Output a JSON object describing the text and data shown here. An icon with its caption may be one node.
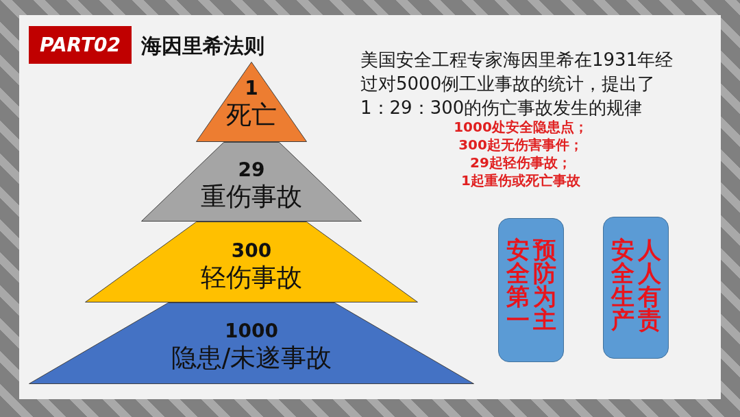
{
  "diagram": {
    "title": "海因里希法则",
    "nodes": [
      {
        "text": [
          "PART02"
        ]
      },
      {
        "text": [
          "1",
          "死亡"
        ]
      },
      {
        "text": [
          "29",
          "重伤事故"
        ]
      },
      {
        "text": [
          "300",
          "轻伤事故"
        ]
      },
      {
        "text": [
          "1000",
          "隐患/未遂事故"
        ]
      },
      {
        "text": [
          "安全第一",
          "预防为主"
        ]
      },
      {
        "text": [
          "安全生产",
          "人人有责"
        ]
      }
    ],
    "labels": [
      "美国安全工程专家海因里希在1931年经过对5000例工业事故的统计，提出了1：29：300的伤亡事故发生的规律",
      "1000处安全隐患点；",
      "300起无伤害事件；",
      "29起轻伤事故；",
      "1起重伤或死亡事故"
    ]
  }
}
